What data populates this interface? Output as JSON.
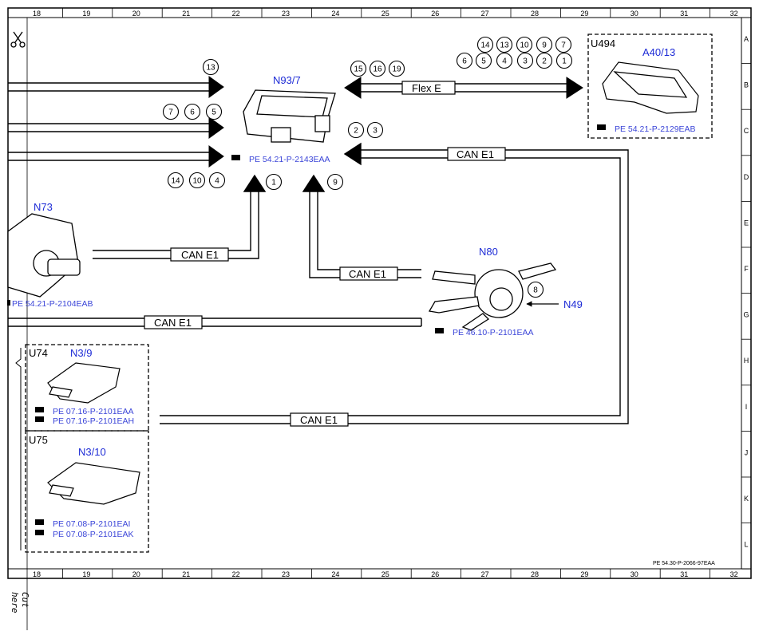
{
  "grid": {
    "columns": [
      "18",
      "19",
      "20",
      "21",
      "22",
      "23",
      "24",
      "25",
      "26",
      "27",
      "28",
      "29",
      "30",
      "31",
      "32"
    ],
    "rows": [
      "A",
      "B",
      "C",
      "D",
      "E",
      "F",
      "G",
      "H",
      "I",
      "J",
      "K",
      "L"
    ]
  },
  "components": {
    "n93_7": {
      "code": "N93/7",
      "ref": "PE 54.21-P-2143EAA"
    },
    "a40_13": {
      "code": "A40/13",
      "group": "U494",
      "ref": "PE 54.21-P-2129EAB"
    },
    "n73": {
      "code": "N73",
      "ref": "PE 54.21-P-2104EAB"
    },
    "n80": {
      "code": "N80",
      "ref": "PE 46.10-P-2101EAA"
    },
    "n49": {
      "code": "N49"
    },
    "n3_9": {
      "code": "N3/9",
      "group": "U74",
      "refs": [
        "PE 07.16-P-2101EAA",
        "PE 07.16-P-2101EAH"
      ]
    },
    "n3_10": {
      "code": "N3/10",
      "group": "U75",
      "refs": [
        "PE 07.08-P-2101EAI",
        "PE 07.08-P-2101EAK"
      ]
    }
  },
  "bus_labels": {
    "flex_e": "Flex E",
    "can_right": "CAN E1",
    "can_n73": "CAN E1",
    "can_n80": "CAN E1",
    "can_mid": "CAN E1",
    "can_bottom": "CAN E1"
  },
  "circles": {
    "top_arrow": [
      "13"
    ],
    "mid_arrow": [
      "7",
      "6",
      "5"
    ],
    "low_arrow": [
      "14",
      "10",
      "4"
    ],
    "n73_in": [
      "1"
    ],
    "n80_in": [
      "9"
    ],
    "right_side": [
      "2",
      "3"
    ],
    "flex_left": [
      "15",
      "16",
      "19"
    ],
    "flex_top": [
      "14",
      "13",
      "10",
      "9",
      "7"
    ],
    "flex_bottom": [
      "6",
      "5",
      "4",
      "3",
      "2",
      "1"
    ],
    "n49": [
      "8"
    ]
  },
  "footer": {
    "doc_ref": "PE 54.30-P-2066-97EAA",
    "cut_text": "Cut here"
  }
}
